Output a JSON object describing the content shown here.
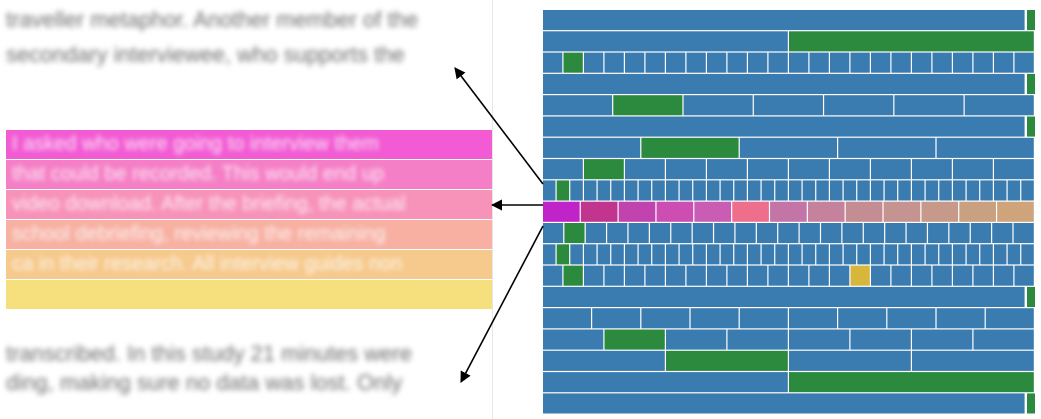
{
  "colors": {
    "cell_default": "#3a7bb0",
    "cell_green": "#2b8a3e",
    "cell_yellow": "#d8b63c",
    "grid_line": "#dbe6ef",
    "arrow": "#000000",
    "band_colors": [
      "#f25bd3",
      "#f57fc6",
      "#f792b8",
      "#f7b0a2",
      "#f6c98c",
      "#f6e07e"
    ]
  },
  "icons": {
    "arrow_top": "arrow-up-left-icon",
    "arrow_middle": "arrow-left-icon",
    "arrow_bottom": "arrow-down-left-icon"
  },
  "document": {
    "top_lines": [
      "traveller metaphor. Another member of the",
      "secondary interviewee, who supports the"
    ],
    "highlighted_lines": [
      "I asked who were going to interview them",
      "that could be recorded. This would end up",
      "video download. After the briefing, the actual",
      "school debriefing, reviewing the remaining",
      "ca in their research. All interview guides non",
      ""
    ],
    "bottom_lines": [
      "transcribed. In this study 21 minutes were",
      "ding, making sure no data was lost. Only"
    ]
  },
  "timeline": {
    "rows": [
      {
        "segments": 1,
        "highlights": {
          "end": "green"
        }
      },
      {
        "segments": 2,
        "highlights": {
          "1": "green"
        }
      },
      {
        "segments": 24,
        "highlights": {
          "1": "green"
        }
      },
      {
        "segments": 1,
        "highlights": {
          "end": "green"
        }
      },
      {
        "segments": 7,
        "highlights": {
          "1": "green"
        }
      },
      {
        "segments": 1,
        "highlights": {
          "end": "green"
        }
      },
      {
        "segments": 5,
        "highlights": {
          "1": "green"
        }
      },
      {
        "segments": 12,
        "highlights": {
          "1": "green"
        }
      },
      {
        "segments": 36,
        "highlights": {
          "1": "green"
        }
      },
      {
        "segments": 13,
        "highlights": {
          "all": "gradient"
        }
      },
      {
        "segments": 23,
        "highlights": {
          "1": "green"
        }
      },
      {
        "segments": 36,
        "highlights": {
          "1": "green"
        }
      },
      {
        "segments": 24,
        "highlights": {
          "1": "green",
          "15": "yellow"
        }
      },
      {
        "segments": 1,
        "highlights": {
          "end": "green"
        }
      },
      {
        "segments": 10,
        "highlights": {}
      },
      {
        "segments": 8,
        "highlights": {
          "1": "green"
        }
      },
      {
        "segments": 4,
        "highlights": {
          "1": "green"
        }
      },
      {
        "segments": 2,
        "highlights": {
          "1": "green"
        }
      },
      {
        "segments": 1,
        "highlights": {
          "end": "green"
        }
      }
    ],
    "gradient_colors": [
      "#c024c8",
      "#c2358f",
      "#c143ae",
      "#cc4eb2",
      "#c95db4",
      "#ee6f8c",
      "#c275a6",
      "#c6829c",
      "#c48c93",
      "#c69490",
      "#c7998a",
      "#c9a080",
      "#cfa47a"
    ]
  }
}
